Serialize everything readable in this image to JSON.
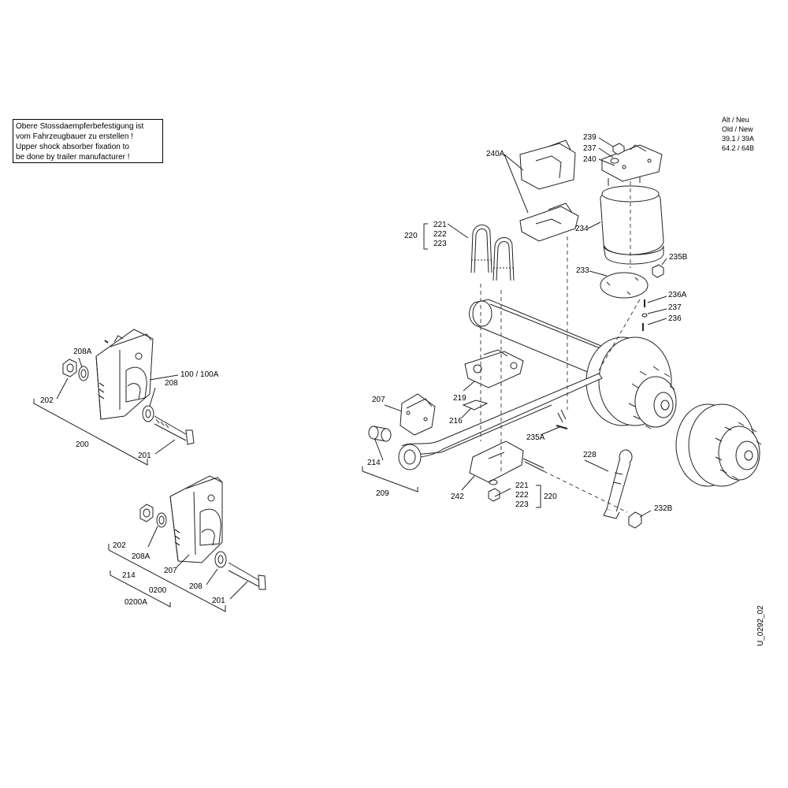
{
  "note": {
    "lines": [
      "Obere Stossdaempferbefestigung ist",
      "vom Fahrzeugbauer zu erstellen !",
      "Upper shock absorber fixation to",
      "be done by trailer manufacturer !"
    ]
  },
  "legend": {
    "lines": [
      "Alt / Neu",
      "Old / New",
      "39.1 / 39A",
      "64.2 / 64B"
    ]
  },
  "drawing_id": "U_0292_02",
  "labels": {
    "l239": "239",
    "l237a": "237",
    "l240": "240",
    "l240A": "240A",
    "l234": "234",
    "l220a": "220",
    "l221a": "221",
    "l222a": "222",
    "l223a": "223",
    "l235B": "235B",
    "l233": "233",
    "l236A": "236A",
    "l237b": "237",
    "l236": "236",
    "l219": "219",
    "l216": "216",
    "l207a": "207",
    "l214a": "214",
    "l209": "209",
    "l235A": "235A",
    "l228": "228",
    "l242": "242",
    "l221b": "221",
    "l222b": "222",
    "l223b": "223",
    "l220b": "220",
    "l232B": "232B",
    "l208Aa": "208A",
    "l202a": "202",
    "l100": "100 / 100A",
    "l208a": "208",
    "l200": "200",
    "l201a": "201",
    "l202b": "202",
    "l208Ab": "208A",
    "l207b": "207",
    "l214b": "214",
    "l0200": "0200",
    "l208b": "208",
    "l0200A": "0200A",
    "l201b": "201"
  }
}
